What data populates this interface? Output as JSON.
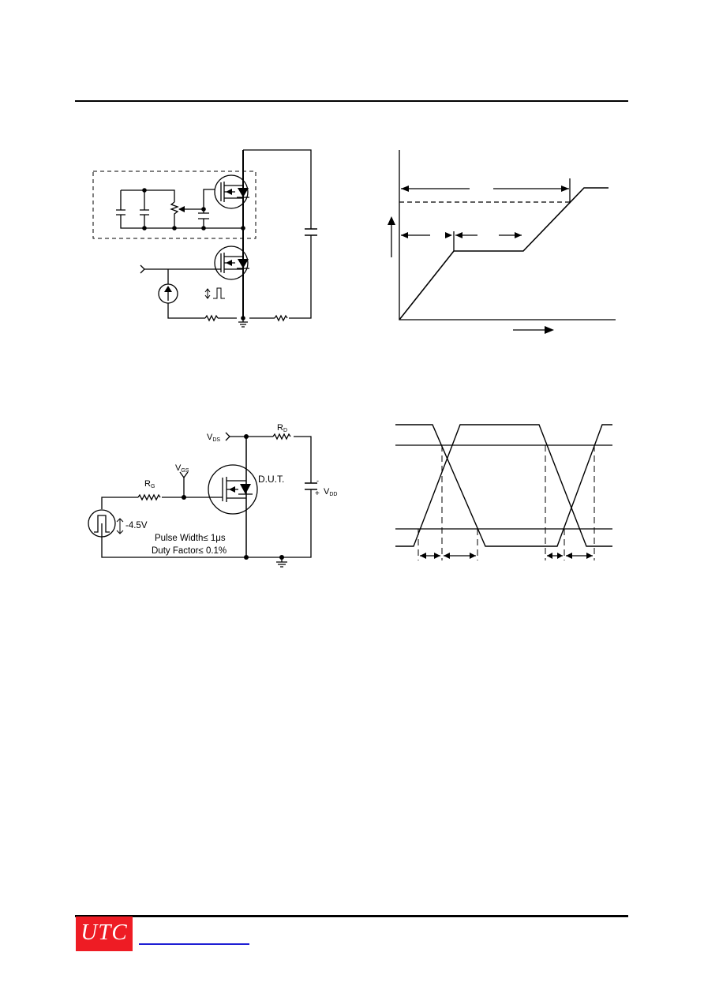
{
  "circuit_2": {
    "vds_label": "V",
    "vds_sub": "DS",
    "rd_label": "R",
    "rd_sub": "D",
    "vgs_label": "V",
    "vgs_sub": "GS",
    "rg_label": "R",
    "rg_sub": "G",
    "dut_label": "D.U.T.",
    "vdd_label": "V",
    "vdd_sub": "DD",
    "vdd_minus": "-",
    "vdd_plus": "+",
    "pulse_amplitude": "-4.5V",
    "pulse_width": "Pulse Width≤ 1μs",
    "duty_factor": "Duty Factor≤ 0.1%"
  },
  "logo": {
    "text": "UTC",
    "color": "#ee1c24"
  },
  "colors": {
    "rule": "#000000",
    "link": "#1f1fd4"
  }
}
